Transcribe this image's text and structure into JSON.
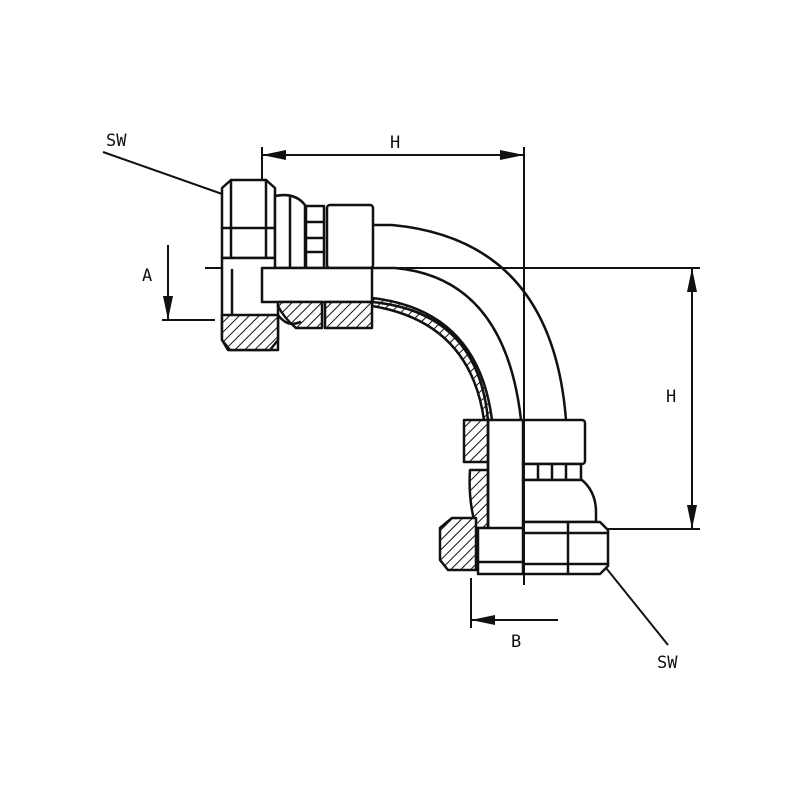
{
  "labels": {
    "sw_top": "SW",
    "sw_bottom": "SW",
    "h_horizontal": "H",
    "h_vertical": "H",
    "a": "A",
    "b": "B"
  },
  "colors": {
    "line": "#111111",
    "background": "#ffffff"
  }
}
